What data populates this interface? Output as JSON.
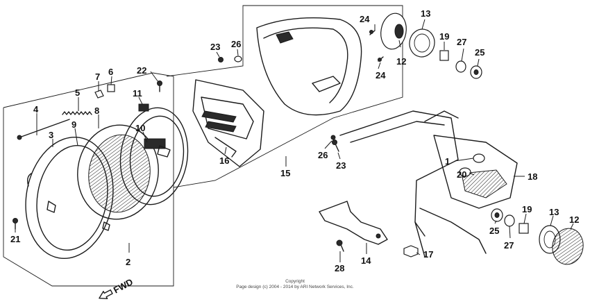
{
  "callouts": {
    "c1": "1",
    "c2": "2",
    "c3": "3",
    "c4": "4",
    "c5": "5",
    "c6": "6",
    "c7": "7",
    "c8": "8",
    "c9": "9",
    "c10": "10",
    "c11": "11",
    "c12a": "12",
    "c12b": "12",
    "c13a": "13",
    "c13b": "13",
    "c14": "14",
    "c15": "15",
    "c16": "16",
    "c17": "17",
    "c18": "18",
    "c19a": "19",
    "c19b": "19",
    "c20": "20",
    "c21": "21",
    "c22": "22",
    "c23a": "23",
    "c23b": "23",
    "c24a": "24",
    "c24b": "24",
    "c25a": "25",
    "c25b": "25",
    "c26a": "26",
    "c26b": "26",
    "c27a": "27",
    "c27b": "27",
    "c28": "28"
  },
  "fwd_label": "FWD",
  "copyright_line1": "Copyright",
  "copyright_line2": "Page design (c) 2004 - 2014 by ARI Network Services, Inc."
}
